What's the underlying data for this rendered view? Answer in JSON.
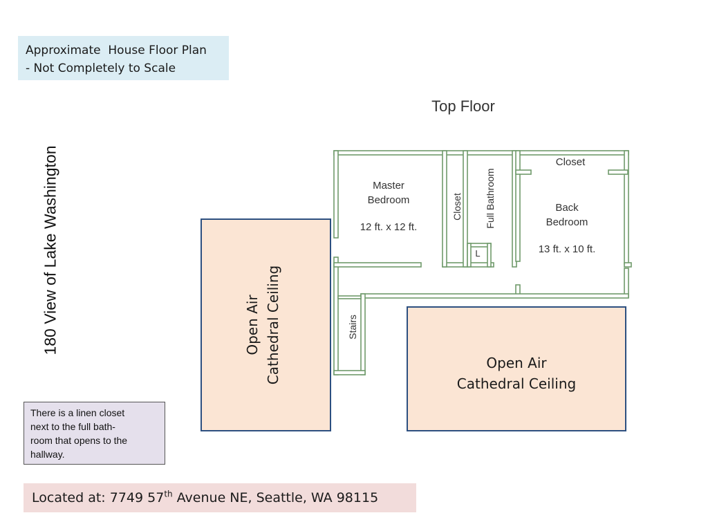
{
  "caption": {
    "line1": "Approximate  House Floor Plan",
    "line2": "- Not Completely to Scale"
  },
  "floor_title": "Top Floor",
  "view_label": "180 View of Lake Washington",
  "open_air": {
    "left": {
      "line1": "Open Air",
      "line2": "Cathedral  Ceiling"
    },
    "right": {
      "line1": "Open Air",
      "line2": "Cathedral  Ceiling"
    }
  },
  "rooms": {
    "master": {
      "name_line1": "Master",
      "name_line2": "Bedroom",
      "dimensions": "12 ft. x 12 ft."
    },
    "closet_vertical": "Closet",
    "full_bathroom": "Full Bathroom",
    "linen": "L",
    "closet_top": "Closet",
    "back": {
      "name_line1": "Back",
      "name_line2": "Bedroom",
      "dimensions": "13 ft. x 10 ft."
    },
    "stairs": "Stairs"
  },
  "note": {
    "line1": "There is a linen closet",
    "line2": "next to the full bath-",
    "line3": "room  that opens to the",
    "line4": "hallway."
  },
  "address": {
    "prefix": "Located at: 7749 57",
    "superscript": "th",
    "suffix": " Avenue NE, Seattle, WA 98115"
  },
  "colors": {
    "wall_fill": "#ffffff",
    "wall_stroke": "#6f9a6b",
    "open_air_fill": "#fbe5d4",
    "open_air_border": "#2c4f80",
    "caption_bg": "#dbedf4",
    "note_bg": "#e5e0ec",
    "address_bg": "#f2dcdb"
  }
}
